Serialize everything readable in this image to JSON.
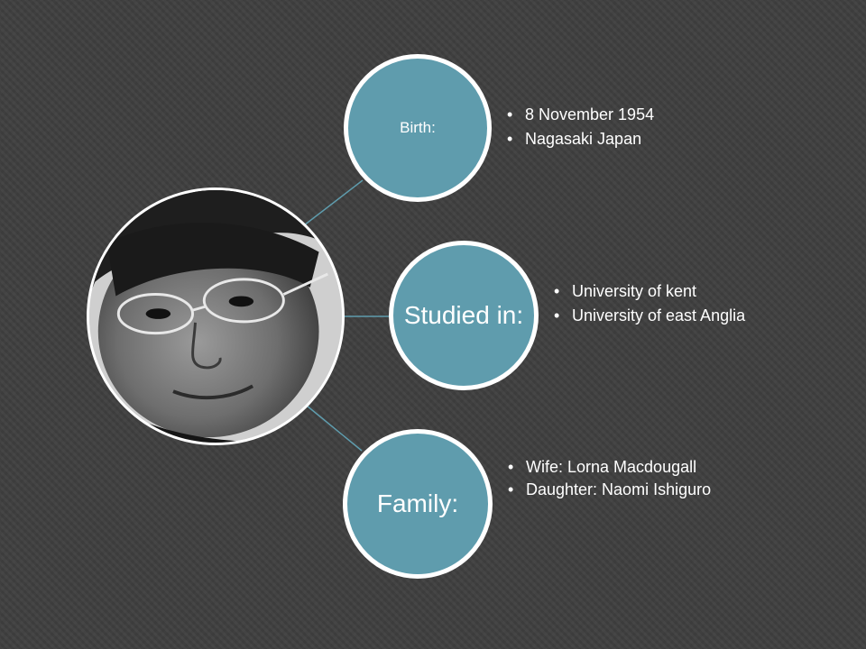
{
  "diagram": {
    "photo": {
      "alt": "",
      "icon": "portrait-photo"
    },
    "nodes": [
      {
        "id": "birth",
        "label": "Birth:",
        "bullets": [
          "8 November 1954",
          "Nagasaki Japan"
        ]
      },
      {
        "id": "studied",
        "label": "Studied in:",
        "bullets": [
          "University of kent",
          "University of east Anglia"
        ]
      },
      {
        "id": "family",
        "label": "Family:",
        "bullets": [
          "Wife:  Lorna Macdougall",
          "Daughter: Naomi Ishiguro"
        ]
      }
    ]
  },
  "colors": {
    "background": "#3f3f3f",
    "node_fill": "#5f9cad",
    "node_border": "#ffffff",
    "connector": "#5f9cad",
    "text": "#ffffff"
  }
}
